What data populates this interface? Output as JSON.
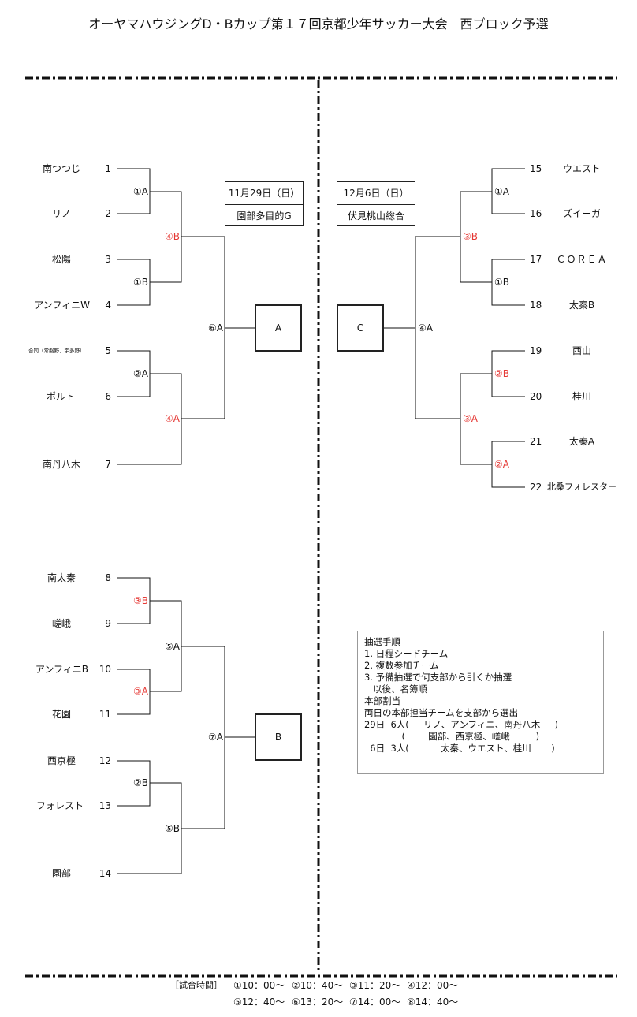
{
  "title": "オーヤマハウジングD・Bカップ第１７回京都少年サッカー大会　西ブロック予選",
  "info": [
    {
      "date": "11月29日（日）",
      "venue": "園部多目的G"
    },
    {
      "date": "12月6日（日）",
      "venue": "伏見桃山総合"
    }
  ],
  "teams_left": [
    {
      "name": "南つつじ",
      "seed": "1"
    },
    {
      "name": "リノ",
      "seed": "2"
    },
    {
      "name": "松陽",
      "seed": "3"
    },
    {
      "name": "アンフィニW",
      "seed": "4"
    },
    {
      "name": "合同（常磐野、宇多野）",
      "seed": "5"
    },
    {
      "name": "ポルト",
      "seed": "6"
    },
    {
      "name": "南丹八木",
      "seed": "7"
    },
    {
      "name": "南太秦",
      "seed": "8"
    },
    {
      "name": "嵯峨",
      "seed": "9"
    },
    {
      "name": "アンフィニB",
      "seed": "10"
    },
    {
      "name": "花園",
      "seed": "11"
    },
    {
      "name": "西京極",
      "seed": "12"
    },
    {
      "name": "フォレスト",
      "seed": "13"
    },
    {
      "name": "園部",
      "seed": "14"
    }
  ],
  "teams_right": [
    {
      "name": "ウエスト",
      "seed": "15"
    },
    {
      "name": "ズイーガ",
      "seed": "16"
    },
    {
      "name": "ＣＯＲＥＡ",
      "seed": "17"
    },
    {
      "name": "太秦B",
      "seed": "18"
    },
    {
      "name": "西山",
      "seed": "19"
    },
    {
      "name": "桂川",
      "seed": "20"
    },
    {
      "name": "太秦A",
      "seed": "21"
    },
    {
      "name": "北桑フォレスター",
      "seed": "22"
    }
  ],
  "match_labels": [
    {
      "text": "①A",
      "color": "#111111"
    },
    {
      "text": "①B",
      "color": "#111111"
    },
    {
      "text": "②A",
      "color": "#111111"
    },
    {
      "text": "④B",
      "color": "#e53935"
    },
    {
      "text": "④A",
      "color": "#e53935"
    },
    {
      "text": "⑥A",
      "color": "#111111"
    },
    {
      "text": "③B",
      "color": "#e53935"
    },
    {
      "text": "③A",
      "color": "#e53935"
    },
    {
      "text": "②B",
      "color": "#111111"
    },
    {
      "text": "⑤A",
      "color": "#111111"
    },
    {
      "text": "⑤B",
      "color": "#111111"
    },
    {
      "text": "⑦A",
      "color": "#111111"
    },
    {
      "text": "①A",
      "color": "#111111"
    },
    {
      "text": "①B",
      "color": "#111111"
    },
    {
      "text": "③B",
      "color": "#e53935"
    },
    {
      "text": "②B",
      "color": "#e53935"
    },
    {
      "text": "②A",
      "color": "#e53935"
    },
    {
      "text": "③A",
      "color": "#e53935"
    },
    {
      "text": "④A",
      "color": "#111111"
    }
  ],
  "final_boxes": [
    "A",
    "C",
    "B"
  ],
  "notes": [
    "抽選手順",
    "1. 日程シードチーム",
    "2. 複数参加チーム",
    "3. 予備抽選で何支部から引くか抽選",
    "   以後、名簿順",
    "",
    "本部割当",
    "両日の本部担当チームを支部から選出",
    "29日  6人(     リノ、アンフィニ、南丹八木     )",
    "             (        園部、西京極、嵯峨         )",
    "  6日  3人(           太秦、ウエスト、桂川       )"
  ],
  "schedule_label": "［試合時間］",
  "schedule": [
    "①10：00～",
    "②10：40～",
    "③11：20～",
    "④12：00～",
    "⑤12：40～",
    "⑥13：20～",
    "⑦14：00～",
    "⑧14：40～"
  ]
}
